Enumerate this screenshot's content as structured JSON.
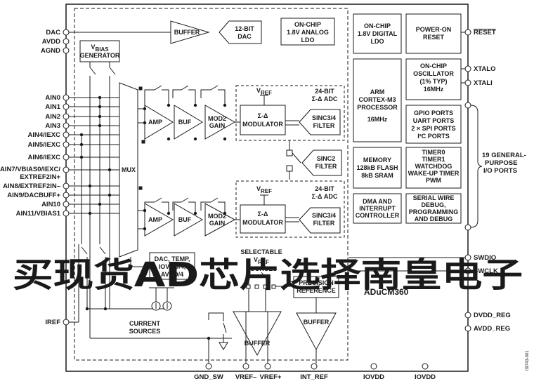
{
  "device_name": "ADuCM360",
  "figure_id": "09743-001",
  "watermark_text": "买现货AD芯片选择南皇电子",
  "watermark_color": "#e8413a",
  "left_pins": {
    "dac": "DAC",
    "avdd": "AVDD",
    "agnd": "AGND",
    "ain0": "AIN0",
    "ain1": "AIN1",
    "ain2": "AIN2",
    "ain3": "AIN3",
    "ain4": "AIN4/IEXC",
    "ain5": "AIN5/IEXC",
    "ain6": "AIN6/IEXC",
    "ain7_l1": "AIN7/VBIAS0/IEXC/",
    "ain7_l2": "EXTREF2IN+",
    "ain8": "AIN8/EXTREF2IN–",
    "ain9": "AIN9/DACBUFF+",
    "ain10": "AIN10",
    "ain11": "AIN11/VBIAS1",
    "iref": "IREF"
  },
  "right_pins": {
    "reset": "RESET",
    "xtalo": "XTALO",
    "xtali": "XTALI",
    "gpio_l1": "19 GENERAL-",
    "gpio_l2": "PURPOSE",
    "gpio_l3": "I/O PORTS",
    "swdio": "SWDIO",
    "swclk": "SWCLK",
    "dvdd_reg": "DVDD_REG",
    "avdd_reg": "AVDD_REG"
  },
  "bottom_pins": {
    "gnd_sw": "GND_SW",
    "vref_minus": "VREF–",
    "vref_plus": "VREF+",
    "int_ref": "INT_REF",
    "iovdd1": "IOVDD",
    "iovdd2": "IOVDD"
  },
  "blocks": {
    "buffer_dac": "BUFFER",
    "dac12_l1": "12-BIT",
    "dac12_l2": "DAC",
    "ldo_analog_l1": "ON-CHIP",
    "ldo_analog_l2": "1.8V ANALOG",
    "ldo_analog_l3": "LDO",
    "ldo_digital_l1": "ON-CHIP",
    "ldo_digital_l2": "1.8V DIGITAL",
    "ldo_digital_l3": "LDO",
    "por_l1": "POWER-ON",
    "por_l2": "RESET",
    "vbias_gen_v": "V",
    "vbias_gen_sub": "BIAS",
    "vbias_gen_l2": "GENERATOR",
    "mux": "MUX",
    "amp": "AMP",
    "buf": "BUF",
    "mod2_l1": "MOD2",
    "mod2_l2": "GAIN",
    "vref_v": "V",
    "vref_sub": "REF",
    "adc_l1": "24-BIT",
    "adc_l2": "Σ-Δ ADC",
    "modulator_l1": "Σ-Δ",
    "modulator_l2": "MODULATOR",
    "sinc34_l1": "SINC3/4",
    "sinc34_l2": "FILTER",
    "sinc2_l1": "SINC2",
    "sinc2_l2": "FILTER",
    "cpu_l1": "ARM",
    "cpu_l2": "CORTEX-M3",
    "cpu_l3": "PROCESSOR",
    "cpu_l4": "16MHz",
    "osc_l1": "ON-CHIP",
    "osc_l2": "OSCILLATOR",
    "osc_l3": "(1% TYP)",
    "osc_l4": "16MHz",
    "gpio_blk_l1": "GPIO PORTS",
    "gpio_blk_l2": "UART PORTS",
    "gpio_blk_l3": "2 × SPI PORTS",
    "gpio_blk_l4": "I²C PORTS",
    "mem_l1": "MEMORY",
    "mem_l2": "128kB FLASH",
    "mem_l3": "8kB SRAM",
    "timer_l1": "TIMER0",
    "timer_l2": "TIMER1",
    "timer_l3": "WATCHDOG",
    "timer_l4": "WAKE-UP TIMER",
    "timer_l5": "PWM",
    "dma_l1": "DMA AND",
    "dma_l2": "INTERRUPT",
    "dma_l3": "CONTROLLER",
    "swd_l1": "SERIAL WIRE",
    "swd_l2": "DEBUG,",
    "swd_l3": "PROGRAMMING",
    "swd_l4": "AND DEBUG",
    "dactemp_l1": "DAC, TEMP,",
    "dactemp_l2": "IOVDD/4,",
    "dactemp_l3": "AVDD/4",
    "selectable_l1": "SELECTABLE",
    "selectable_v": "V",
    "selectable_sub": "REF",
    "selectable_l3": "SOURCES",
    "precref_l1": "PRECISION",
    "precref_l2": "REFERENCE",
    "current_l1": "CURRENT",
    "current_l2": "SOURCES",
    "buffer_ref": "BUFFER",
    "buffer_vref": "BUFFER"
  }
}
